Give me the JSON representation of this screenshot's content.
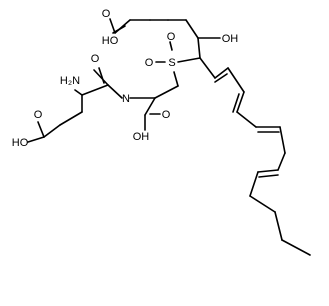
{
  "atoms": {
    "acid_top_O": "O",
    "acid_top_OH": "HO",
    "hydroxyl": "OH",
    "sulfonyl_O": "O",
    "sulfur": "S",
    "sulfonyl_O2": "O",
    "amide_O": "O",
    "amine": "H₂N",
    "amide_N": "N",
    "acid_mid_O": "O",
    "acid_mid_OH": "OH",
    "acid_left_O": "O",
    "acid_left_OH": "HO"
  }
}
